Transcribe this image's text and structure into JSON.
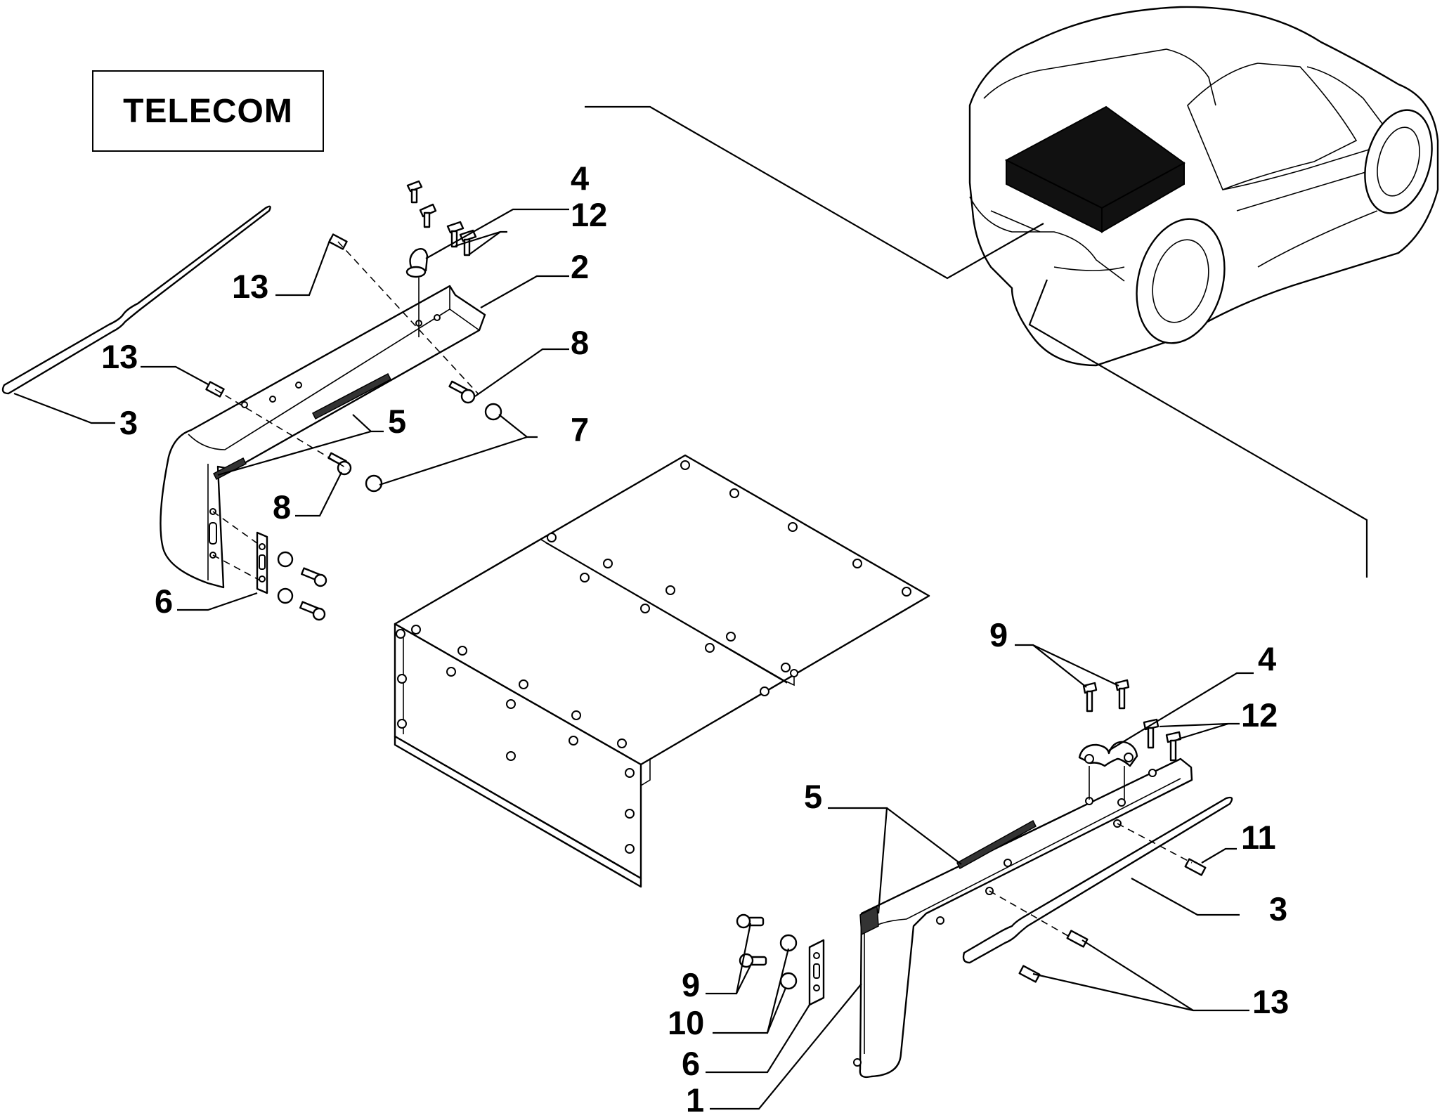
{
  "title": "TELECOM",
  "callouts": [
    {
      "id": "c-4-top",
      "label": "4"
    },
    {
      "id": "c-12-top",
      "label": "12"
    },
    {
      "id": "c-2",
      "label": "2"
    },
    {
      "id": "c-13-a",
      "label": "13"
    },
    {
      "id": "c-13-b",
      "label": "13"
    },
    {
      "id": "c-3-left",
      "label": "3"
    },
    {
      "id": "c-8-top",
      "label": "8"
    },
    {
      "id": "c-5-top",
      "label": "5"
    },
    {
      "id": "c-7",
      "label": "7"
    },
    {
      "id": "c-8-bottom",
      "label": "8"
    },
    {
      "id": "c-6-left",
      "label": "6"
    },
    {
      "id": "c-9-top",
      "label": "9"
    },
    {
      "id": "c-4-right",
      "label": "4"
    },
    {
      "id": "c-12-right",
      "label": "12"
    },
    {
      "id": "c-5-right",
      "label": "5"
    },
    {
      "id": "c-11",
      "label": "11"
    },
    {
      "id": "c-3-right",
      "label": "3"
    },
    {
      "id": "c-13-right",
      "label": "13"
    },
    {
      "id": "c-9-bottom",
      "label": "9"
    },
    {
      "id": "c-10",
      "label": "10"
    },
    {
      "id": "c-6-right",
      "label": "6"
    },
    {
      "id": "c-1",
      "label": "1"
    }
  ]
}
